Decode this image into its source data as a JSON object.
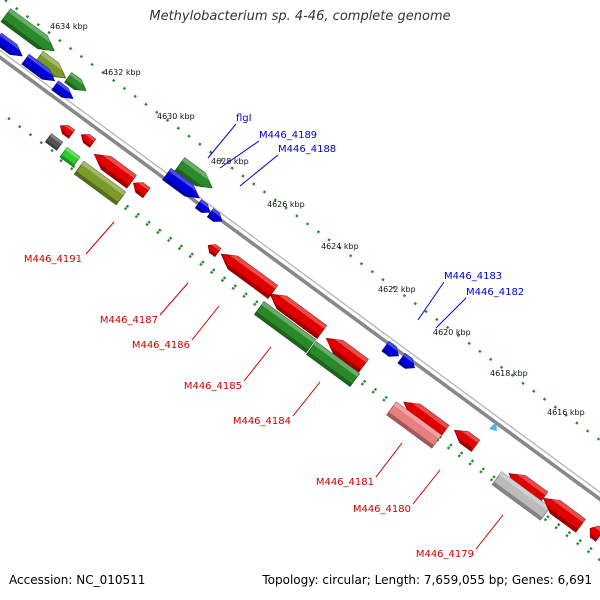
{
  "title": "Methylobacterium sp. 4-46, complete genome",
  "accession": "Accession: NC_010511",
  "summary": "Topology: circular; Length: 7,659,055 bp; Genes: 6,691",
  "colors": {
    "forward_label": "#0000cc",
    "reverse_label": "#cc0000",
    "backbone": "#888888",
    "cds_red": "#e00000",
    "cds_blue": "#0000dd",
    "cds_green": "#2a8a2a",
    "cds_olive": "#7a9a2a",
    "cds_grey": "#bbbbbb",
    "cds_pink": "#e88080",
    "marker_cyan": "#40b8e8"
  },
  "ticks": [
    "4634 kbp",
    "4632 kbp",
    "4630 kbp",
    "4628 kbp",
    "4626 kbp",
    "4624 kbp",
    "4622 kbp",
    "4620 kbp",
    "4618 kbp",
    "4616 kbp"
  ],
  "forward_genes": [
    "flgI",
    "M446_4189",
    "M446_4188",
    "M446_4183",
    "M446_4182"
  ],
  "reverse_genes": [
    "M446_4191",
    "M446_4187",
    "M446_4186",
    "M446_4185",
    "M446_4184",
    "M446_4181",
    "M446_4180",
    "M446_4179"
  ]
}
